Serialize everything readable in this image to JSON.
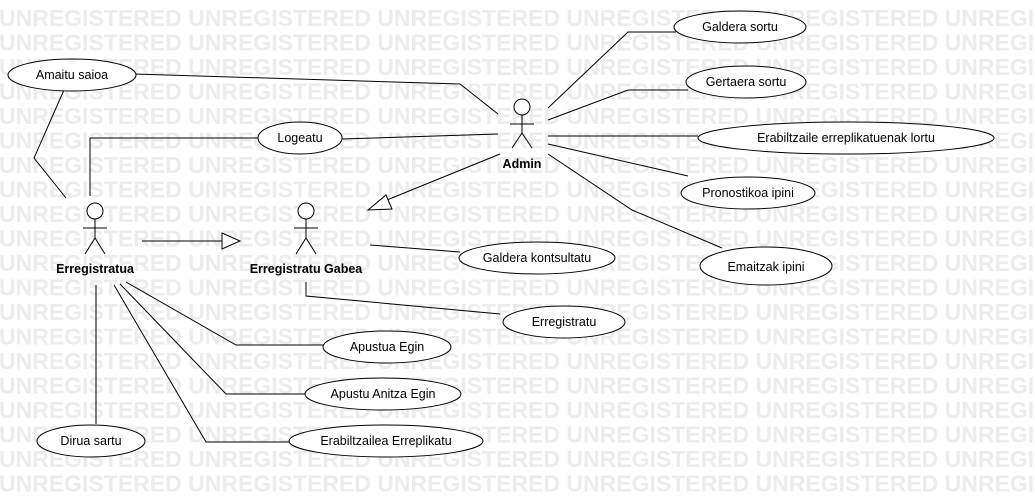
{
  "watermark": "UNREGISTERED",
  "actors": {
    "admin": "Admin",
    "erregistratua": "Erregistratua",
    "erregistratu_gabea": "Erregistratu Gabea"
  },
  "use_cases": {
    "galdera_sortu": "Galdera sortu",
    "gertaera_sortu": "Gertaera sortu",
    "erabiltzaile_erreplikatuenak": "Erabiltzaile erreplikatuenak lortu",
    "pronostikoa_ipini": "Pronostikoa ipini",
    "emaitzak_ipini": "Emaitzak ipini",
    "amaitu_saioa": "Amaitu saioa",
    "logeatu": "Logeatu",
    "galdera_kontsultatu": "Galdera kontsultatu",
    "erregistratu": "Erregistratu",
    "apustua_egin": "Apustua Egin",
    "apustu_anitza_egin": "Apustu Anitza Egin",
    "dirua_sartu": "Dirua sartu",
    "erabiltzailea_erreplikatu": "Erabiltzailea Erreplikatu"
  }
}
